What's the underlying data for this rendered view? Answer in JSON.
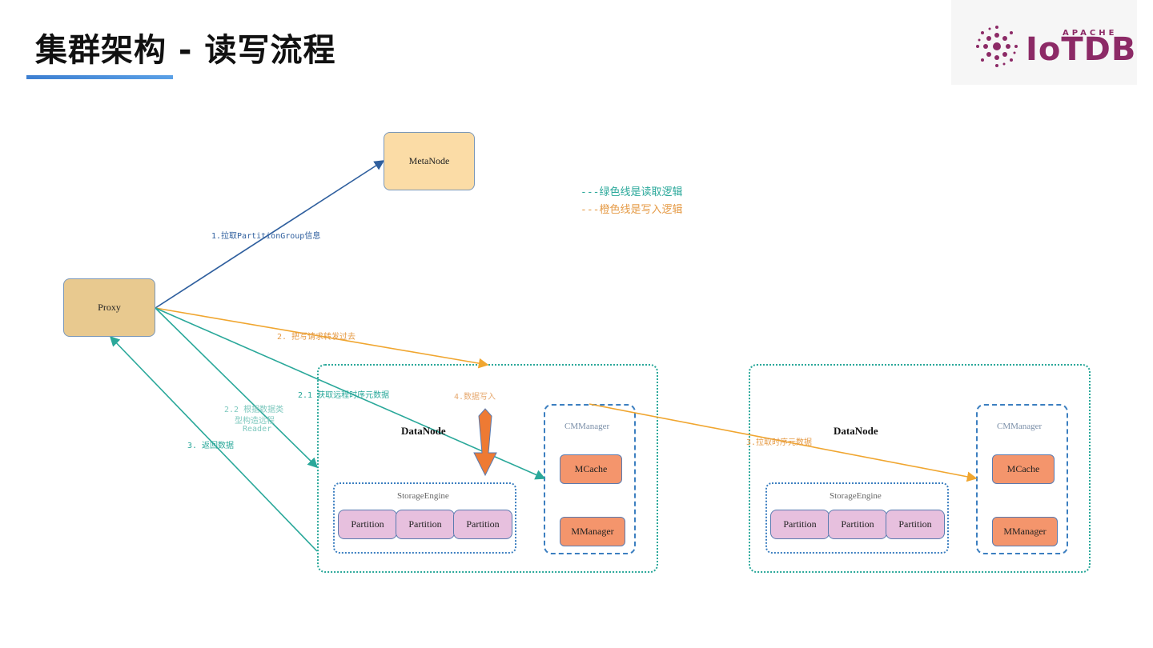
{
  "slide": {
    "title": "集群架构 - 读写流程",
    "accent_color": "#3d7fd1"
  },
  "logo": {
    "apache": "APACHE",
    "name": "IoTDB",
    "color": "#8c2a66"
  },
  "legend": {
    "green": "---绿色线是读取逻辑",
    "orange": "---橙色线是写入逻辑"
  },
  "nodes": {
    "metanode": "MetaNode",
    "proxy": "Proxy"
  },
  "datanodes": [
    {
      "label": "DataNode",
      "storage_label": "StorageEngine",
      "partitions": [
        "Partition",
        "Partition",
        "Partition"
      ],
      "cm_label": "CMManager",
      "mcache": "MCache",
      "mmanager": "MManager"
    },
    {
      "label": "DataNode",
      "storage_label": "StorageEngine",
      "partitions": [
        "Partition",
        "Partition",
        "Partition"
      ],
      "cm_label": "CMManager",
      "mcache": "MCache",
      "mmanager": "MManager"
    }
  ],
  "edges": {
    "e1": "1.拉取PartitionGroup信息",
    "e2": "2. 把写请求转发过去",
    "e21": "2.1 获取远程时序元数据",
    "e22_line1": "2.2 根据数据类",
    "e22_line2": "型构造远程",
    "e22_line3": "Reader",
    "e3": "3. 返回数据",
    "e4": "4.数据写入",
    "e3b": "3.拉取时序元数据"
  },
  "colors": {
    "read_line": "#2aa89a",
    "write_line": "#f0a630",
    "meta_line": "#2f5f9e",
    "write_arrow": "#ee7a33"
  }
}
